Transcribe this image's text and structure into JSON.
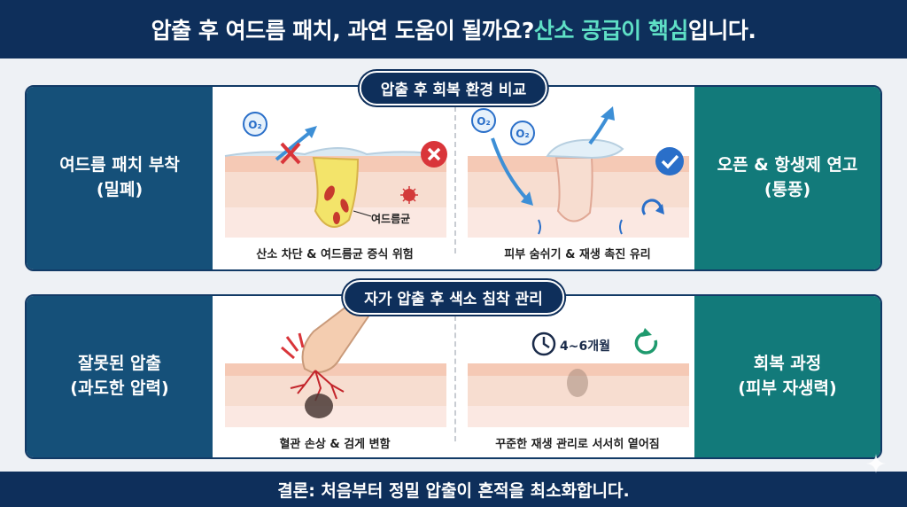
{
  "header": {
    "title_main": "압출 후 여드름 패치, 과연 도움이 될까요? ",
    "title_accent": "산소 공급이 핵심",
    "title_end": "입니다."
  },
  "section1": {
    "title": "압출 후 회복 환경 비교",
    "left_label_line1": "여드름 패치 부착",
    "left_label_line2": "(밀폐)",
    "right_label_line1": "오픈 & 항생제 연고",
    "right_label_line2": "(통풍)",
    "panel_a_caption": "산소 차단 & 여드름균 증식 위험",
    "panel_a_bacteria_label": "여드름균",
    "panel_b_caption": "피부 숨쉬기 & 재생 촉진 유리",
    "o2_label": "O2"
  },
  "section2": {
    "title": "자가 압출 후 색소 침착 관리",
    "left_label_line1": "잘못된 압출",
    "left_label_line2": "(과도한 압력)",
    "right_label_line1": "회복 과정",
    "right_label_line2": "(피부 자생력)",
    "panel_a_caption": "혈관 손상 & 검게 변함",
    "panel_b_caption": "꾸준한 재생 관리로 서서히 옅어짐",
    "duration_label": "4~6개월"
  },
  "footer": {
    "text": "결론: 처음부터 정밀 압출이 흔적을 최소화합니다."
  },
  "colors": {
    "navy": "#0e2f5b",
    "accent_teal": "#5fe0c6",
    "left_panel": "#155079",
    "right_panel": "#127a7a",
    "danger": "#d9353a",
    "ok": "#2a6fc9"
  }
}
